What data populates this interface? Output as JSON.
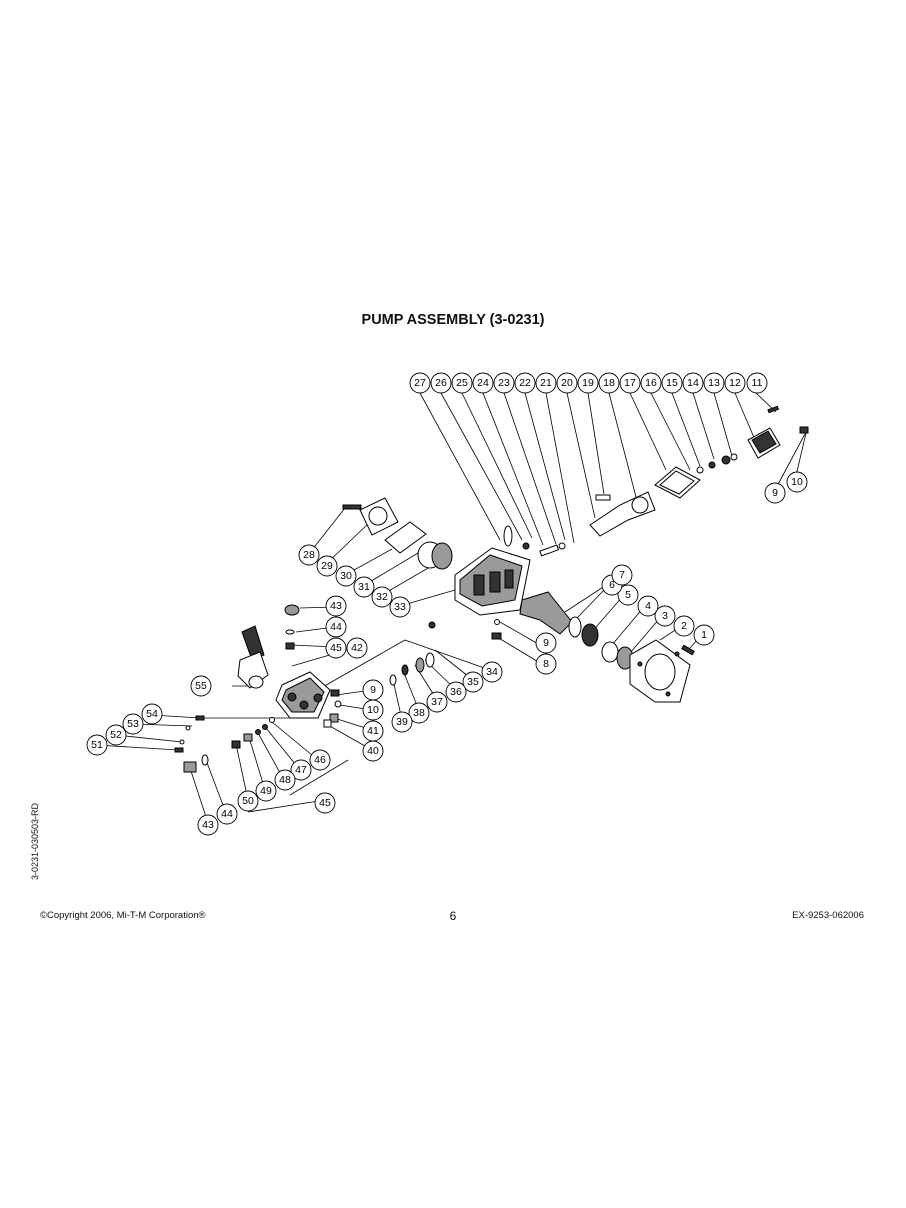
{
  "title": "PUMP ASSEMBLY (3-0231)",
  "side_code": "3-0231-030503-RD",
  "footer": {
    "copyright": "©Copyright 2006, Mi-T-M Corporation®",
    "page": "6",
    "doc_id": "EX-9253-062006"
  },
  "callouts": [
    "1",
    "2",
    "3",
    "4",
    "5",
    "6",
    "7",
    "8",
    "9",
    "10",
    "11",
    "12",
    "13",
    "14",
    "15",
    "16",
    "17",
    "18",
    "19",
    "20",
    "21",
    "22",
    "23",
    "24",
    "25",
    "26",
    "27",
    "28",
    "29",
    "30",
    "31",
    "32",
    "33",
    "34",
    "35",
    "36",
    "37",
    "38",
    "39",
    "40",
    "41",
    "42",
    "43",
    "44",
    "45",
    "46",
    "47",
    "48",
    "49",
    "50",
    "51",
    "52",
    "53",
    "54",
    "55"
  ],
  "callout_labels": {
    "top_row": [
      "27",
      "26",
      "25",
      "24",
      "23",
      "22",
      "21",
      "20",
      "19",
      "18",
      "17",
      "16",
      "15",
      "14",
      "13",
      "12",
      "11"
    ]
  }
}
